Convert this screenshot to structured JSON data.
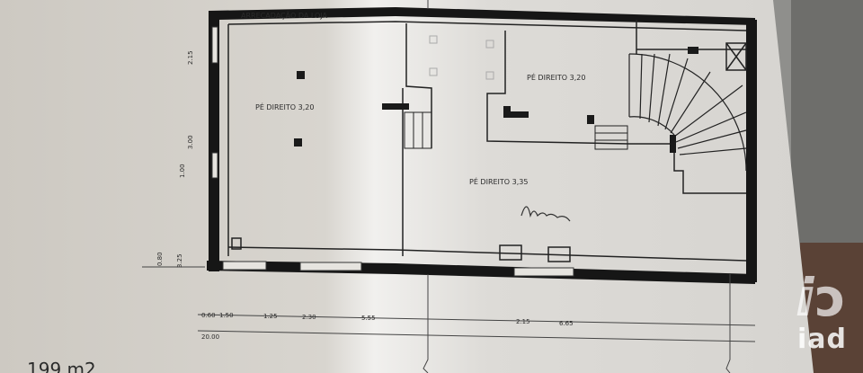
{
  "plan": {
    "room_label_top": "ARRECADAÇÃO DA LOJA",
    "ceiling_left": "PÉ DIREITO 3,20",
    "ceiling_right": "PÉ DIREITO 3,20",
    "ceiling_center": "PÉ DIREITO 3,35",
    "area_note": "199 m2",
    "vertical_dims": [
      "2.15",
      "3.00",
      "1.00",
      "0.80",
      "3.25"
    ],
    "horizontal_dims": [
      "0.60",
      "1.50",
      "1.25",
      "2.30",
      "5.55",
      "2.15",
      "6.65"
    ],
    "total_dim": "20.00"
  },
  "watermark": {
    "brand": "iad"
  }
}
